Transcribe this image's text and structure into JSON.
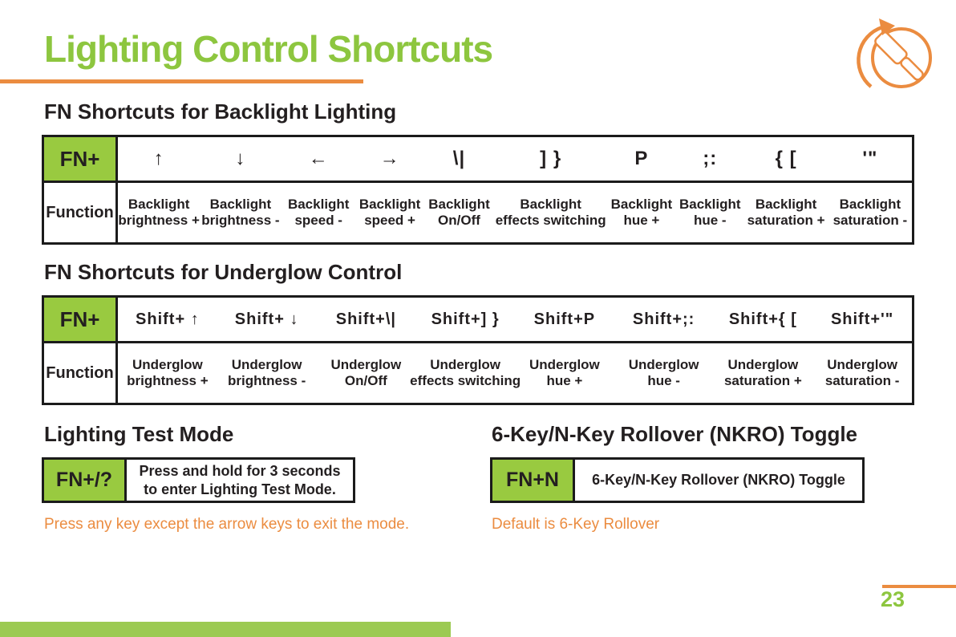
{
  "page": {
    "title": "Lighting Control Shortcuts",
    "page_number": "23"
  },
  "colors": {
    "green": "#8DC63F",
    "cell_green": "#99CA40",
    "bar_green": "#9CCA52",
    "orange": "#EB8C40",
    "ink": "#231F20"
  },
  "backlight": {
    "heading": "FN Shortcuts for Backlight Lighting",
    "fn_label": "FN+",
    "function_label": "Function",
    "keys": [
      "↑",
      "↓",
      "←",
      "→",
      "\\|",
      "] }",
      "P",
      ";:",
      "{ [",
      "'\""
    ],
    "functions": [
      {
        "l1": "Backlight",
        "l2": "brightness +"
      },
      {
        "l1": "Backlight",
        "l2": "brightness -"
      },
      {
        "l1": "Backlight",
        "l2": "speed -"
      },
      {
        "l1": "Backlight",
        "l2": "speed +"
      },
      {
        "l1": "Backlight",
        "l2": "On/Off"
      },
      {
        "l1": "Backlight",
        "l2": "effects switching"
      },
      {
        "l1": "Backlight",
        "l2": "hue +"
      },
      {
        "l1": "Backlight",
        "l2": "hue -"
      },
      {
        "l1": "Backlight",
        "l2": "saturation +"
      },
      {
        "l1": "Backlight",
        "l2": "saturation -"
      }
    ]
  },
  "underglow": {
    "heading": "FN Shortcuts for Underglow Control",
    "fn_label": "FN+",
    "function_label": "Function",
    "keys": [
      "Shift+ ↑",
      "Shift+ ↓",
      "Shift+\\|",
      "Shift+] }",
      "Shift+P",
      "Shift+;:",
      "Shift+{ [",
      "Shift+'\""
    ],
    "functions": [
      {
        "l1": "Underglow",
        "l2": "brightness +"
      },
      {
        "l1": "Underglow",
        "l2": "brightness -"
      },
      {
        "l1": "Underglow",
        "l2": "On/Off"
      },
      {
        "l1": "Underglow",
        "l2": "effects switching"
      },
      {
        "l1": "Underglow",
        "l2": "hue +"
      },
      {
        "l1": "Underglow",
        "l2": "hue -"
      },
      {
        "l1": "Underglow",
        "l2": "saturation +"
      },
      {
        "l1": "Underglow",
        "l2": "saturation -"
      }
    ]
  },
  "test_mode": {
    "heading": "Lighting Test Mode",
    "key": "FN+/?",
    "desc_l1": "Press and hold for 3 seconds",
    "desc_l2": "to enter Lighting Test Mode.",
    "note": "Press any key except the arrow keys to exit the mode."
  },
  "nkro": {
    "heading": "6-Key/N-Key Rollover (NKRO) Toggle",
    "key": "FN+N",
    "desc": "6-Key/N-Key Rollover (NKRO) Toggle",
    "note": "Default is 6-Key Rollover"
  }
}
